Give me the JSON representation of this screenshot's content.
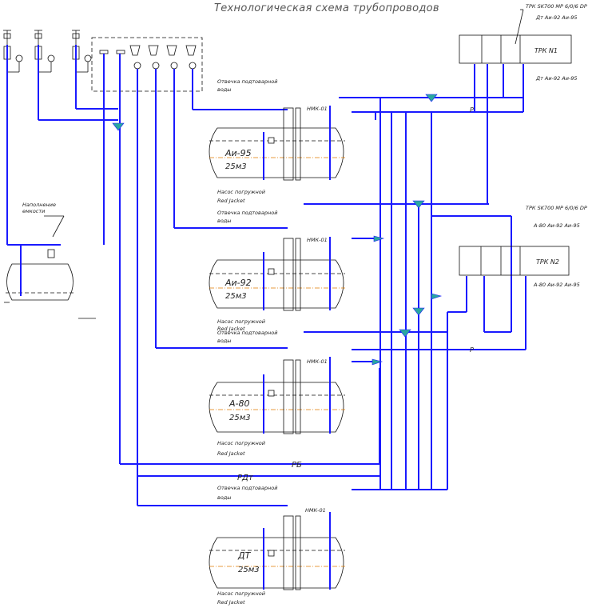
{
  "title": "Технологическая схема трубопроводов",
  "tanks": [
    {
      "id": "tank-ai95",
      "name": "Аи-95",
      "volume": "25м3",
      "label_top_1": "Отвечка подтоварной",
      "label_top_2": "воды",
      "label_bot_1": "Насос погружной",
      "label_bot_2": "Red Jacket",
      "label_nmk": "НМК-01"
    },
    {
      "id": "tank-ai92",
      "name": "Аи-92",
      "volume": "25м3",
      "label_top_1": "Отвечка подтоварной",
      "label_top_2": "воды",
      "label_bot_1": "Насос погружной",
      "label_bot_2": "Red Jacket",
      "label_nmk": "НМК-01"
    },
    {
      "id": "tank-a80",
      "name": "А-80",
      "volume": "25м3",
      "label_top_1": "Отвечка подтоварной",
      "label_top_2": "воды",
      "label_bot_1": "Насос погружной",
      "label_bot_2": "Red Jacket",
      "label_nmk": "НМК-01"
    },
    {
      "id": "tank-dt",
      "name": "ДТ",
      "volume": "25м3",
      "label_top_1": "Отвечка подтоварной",
      "label_top_2": "воды",
      "label_bot_1": "Насос погружной",
      "label_bot_2": "Red Jacket",
      "label_nmk": "НМК-01"
    }
  ],
  "trk1": {
    "name": "ТРК N1",
    "header": "ТРК SK700 MP 6/0/6 DP",
    "top_label": "Дт Аи-92 Аи-95",
    "bottom_label": "Дт Аи-92 Аи-95"
  },
  "trk2": {
    "name": "ТРК N2",
    "header": "ТРК SK700 MP 6/0/6 DP",
    "top_label": "А-80 Аи-92 Аи-95",
    "bottom_label": "А-80 Аи-92 Аи-95"
  },
  "lines": {
    "pb": "РБ",
    "pdt": "РДт",
    "p": "Р"
  },
  "drain_tank": {
    "label_1": "Наполнение",
    "label_2": "емкости"
  }
}
